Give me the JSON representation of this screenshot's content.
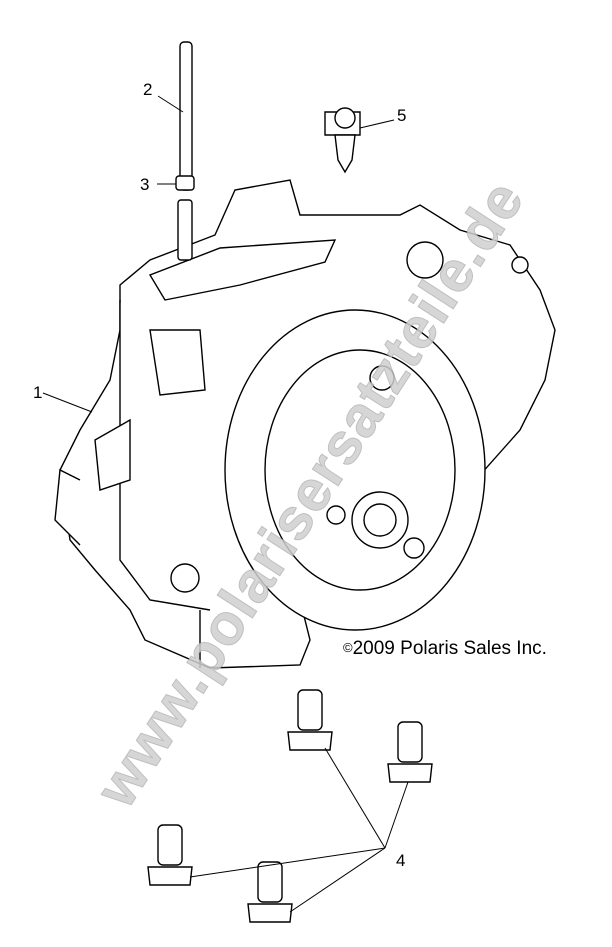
{
  "callouts": [
    "1",
    "2",
    "3",
    "4",
    "5"
  ],
  "copyright": "2009 Polaris Sales Inc.",
  "copyright_symbol": "©",
  "watermark": "www.polarisersatzteile.de",
  "colors": {
    "line": "#000000",
    "watermark": "#cfcfcf"
  }
}
